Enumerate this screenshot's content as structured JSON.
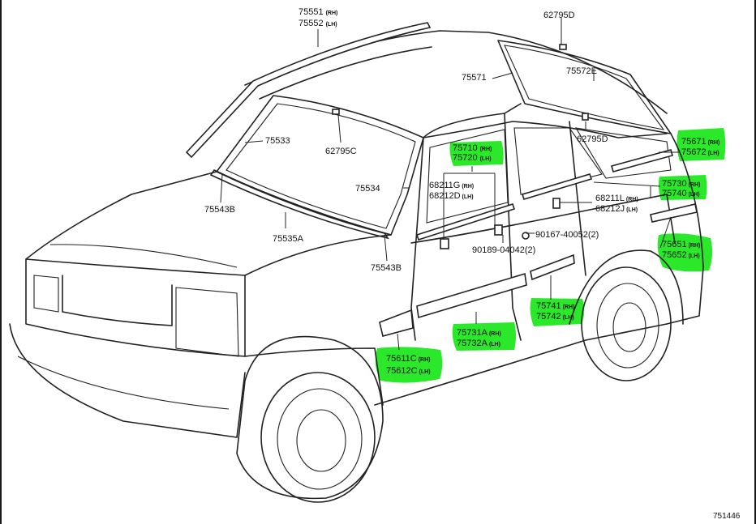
{
  "highlight_color": "#19e619",
  "diagram_id": "751446",
  "parts": {
    "roof_rh": "75551",
    "roof_rh_side": "(RH)",
    "roof_lh": "75552",
    "roof_lh_side": "(LH)",
    "clip_top": "62795D",
    "back_glass_side": "75571",
    "back_glass_top": "75572E",
    "ws_upper": "75533",
    "ws_clip": "62795C",
    "rear_clip": "62795D",
    "quarter_rh": "75671",
    "quarter_rh_side": "(RH)",
    "quarter_lh": "75672",
    "quarter_lh_side": "(LH)",
    "belt_rh": "75710",
    "belt_rh_side": "(RH)",
    "belt_lh": "75720",
    "belt_lh_side": "(LH)",
    "ws_side": "75534",
    "ws_corner_upper": "75543B",
    "clip_front_rh": "68211G",
    "clip_front_rh_side": "(RH)",
    "clip_front_lh": "68212D",
    "clip_front_lh_side": "(LH)",
    "rear_belt_rh": "75730",
    "rear_belt_rh_side": "(RH)",
    "rear_belt_lh": "75740",
    "rear_belt_lh_side": "(LH)",
    "clip_rear_rh": "68211L",
    "clip_rear_rh_side": "(RH)",
    "clip_rear_lh": "68212J",
    "clip_rear_lh_side": "(LH)",
    "ws_lower": "75535A",
    "fastener_a": "90167-40052(2)",
    "fastener_b": "90189-04042(2)",
    "fender_rear_rh": "75651",
    "fender_rear_rh_side": "(RH)",
    "fender_rear_lh": "75652",
    "fender_rear_lh_side": "(LH)",
    "ws_corner_lower": "75543B",
    "door_rear_rh": "75741",
    "door_rear_rh_side": "(RH)",
    "door_rear_lh": "75742",
    "door_rear_lh_side": "(LH)",
    "door_front_rh": "75731A",
    "door_front_rh_side": "(RH)",
    "door_front_lh": "75732A",
    "door_front_lh_side": "(LH)",
    "fender_front_rh": "75611C",
    "fender_front_rh_side": "(RH)",
    "fender_front_lh": "75612C",
    "fender_front_lh_side": "(LH)"
  }
}
